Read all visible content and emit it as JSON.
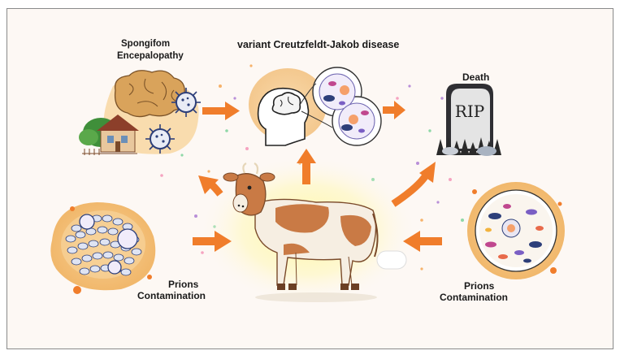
{
  "labels": {
    "spongiform_line1": "Spongifom",
    "spongiform_line2": "Encepalopathy",
    "vcjd": "variant Creutzfeldt-Jakob disease",
    "death": "Death",
    "tombstone_text": "RIP",
    "prions_left_line1": "Prions",
    "prions_left_line2": "Contamination",
    "prions_right_line1": "Prions",
    "prions_right_line2": "Contamination"
  },
  "colors": {
    "arrow_orange": "#f07d2b",
    "disc_tan": "#f4c37e",
    "brain_tan": "#d9a35b",
    "cow_brown": "#c97a45",
    "cow_cream": "#f6eee2",
    "virus_navy": "#2d3f7a",
    "glow_yellow": "#fff49c",
    "background": "#fdf8f4"
  }
}
